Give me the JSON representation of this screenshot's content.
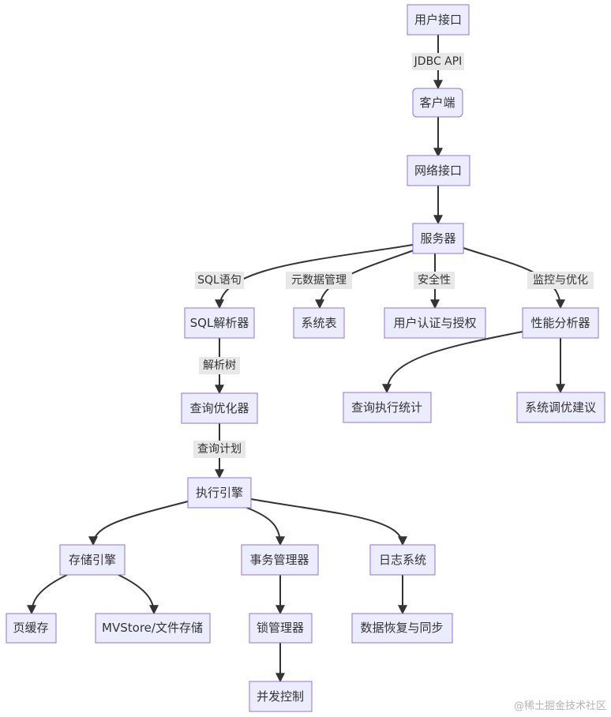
{
  "nodes": {
    "user_interface": "用户接口",
    "client": "客户端",
    "network_interface": "网络接口",
    "server": "服务器",
    "sql_parser": "SQL解析器",
    "system_tables": "系统表",
    "auth": "用户认证与授权",
    "perf_analyzer": "性能分析器",
    "query_optimizer": "查询优化器",
    "query_stats": "查询执行统计",
    "tuning_advice": "系统调优建议",
    "execution_engine": "执行引擎",
    "storage_engine": "存储引擎",
    "transaction_manager": "事务管理器",
    "log_system": "日志系统",
    "page_cache": "页缓存",
    "mvstore": "MVStore/文件存储",
    "lock_manager": "锁管理器",
    "data_recovery": "数据恢复与同步",
    "concurrency_control": "并发控制"
  },
  "edge_labels": {
    "jdbc_api": "JDBC API",
    "sql_statement": "SQL语句",
    "metadata_mgmt": "元数据管理",
    "security": "安全性",
    "monitoring": "监控与优化",
    "parse_tree": "解析树",
    "query_plan": "查询计划"
  },
  "watermark": "@稀土掘金技术社区"
}
